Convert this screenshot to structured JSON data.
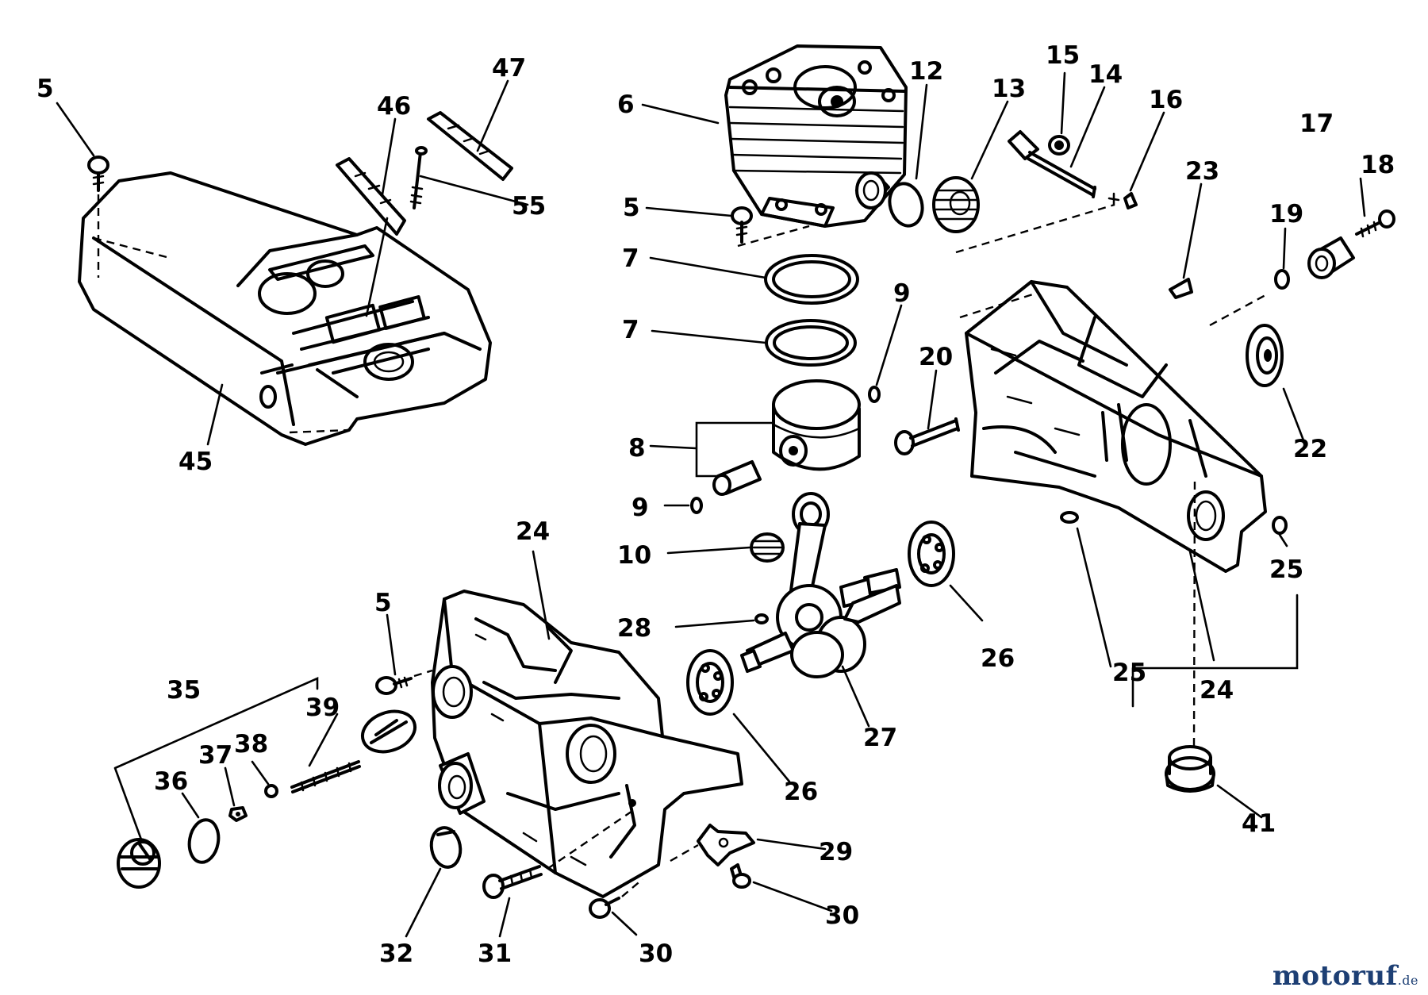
{
  "watermark": {
    "name": "motoruf",
    "tld": ".de"
  },
  "callouts": [
    {
      "id": "c5a",
      "text": "5"
    },
    {
      "id": "c47",
      "text": "47"
    },
    {
      "id": "c46",
      "text": "46"
    },
    {
      "id": "c55",
      "text": "55"
    },
    {
      "id": "c45",
      "text": "45"
    },
    {
      "id": "c6",
      "text": "6"
    },
    {
      "id": "c12",
      "text": "12"
    },
    {
      "id": "c13",
      "text": "13"
    },
    {
      "id": "c15",
      "text": "15"
    },
    {
      "id": "c14",
      "text": "14"
    },
    {
      "id": "c16",
      "text": "16"
    },
    {
      "id": "c23",
      "text": "23"
    },
    {
      "id": "c17",
      "text": "17"
    },
    {
      "id": "c18",
      "text": "18"
    },
    {
      "id": "c19",
      "text": "19"
    },
    {
      "id": "c5b",
      "text": "5"
    },
    {
      "id": "c7a",
      "text": "7"
    },
    {
      "id": "c7b",
      "text": "7"
    },
    {
      "id": "c9a",
      "text": "9"
    },
    {
      "id": "c20",
      "text": "20"
    },
    {
      "id": "c22",
      "text": "22"
    },
    {
      "id": "c8",
      "text": "8"
    },
    {
      "id": "c9b",
      "text": "9"
    },
    {
      "id": "c10",
      "text": "10"
    },
    {
      "id": "c24a",
      "text": "24"
    },
    {
      "id": "c26a",
      "text": "26"
    },
    {
      "id": "c25a",
      "text": "25"
    },
    {
      "id": "c5c",
      "text": "5"
    },
    {
      "id": "c28",
      "text": "28"
    },
    {
      "id": "c25b",
      "text": "25"
    },
    {
      "id": "c24b",
      "text": "24"
    },
    {
      "id": "c35",
      "text": "35"
    },
    {
      "id": "c39",
      "text": "39"
    },
    {
      "id": "c38",
      "text": "38"
    },
    {
      "id": "c37",
      "text": "37"
    },
    {
      "id": "c36",
      "text": "36"
    },
    {
      "id": "c27",
      "text": "27"
    },
    {
      "id": "c26b",
      "text": "26"
    },
    {
      "id": "c41",
      "text": "41"
    },
    {
      "id": "c29",
      "text": "29"
    },
    {
      "id": "c30a",
      "text": "30"
    },
    {
      "id": "c30b",
      "text": "30"
    },
    {
      "id": "c32",
      "text": "32"
    },
    {
      "id": "c31",
      "text": "31"
    }
  ]
}
